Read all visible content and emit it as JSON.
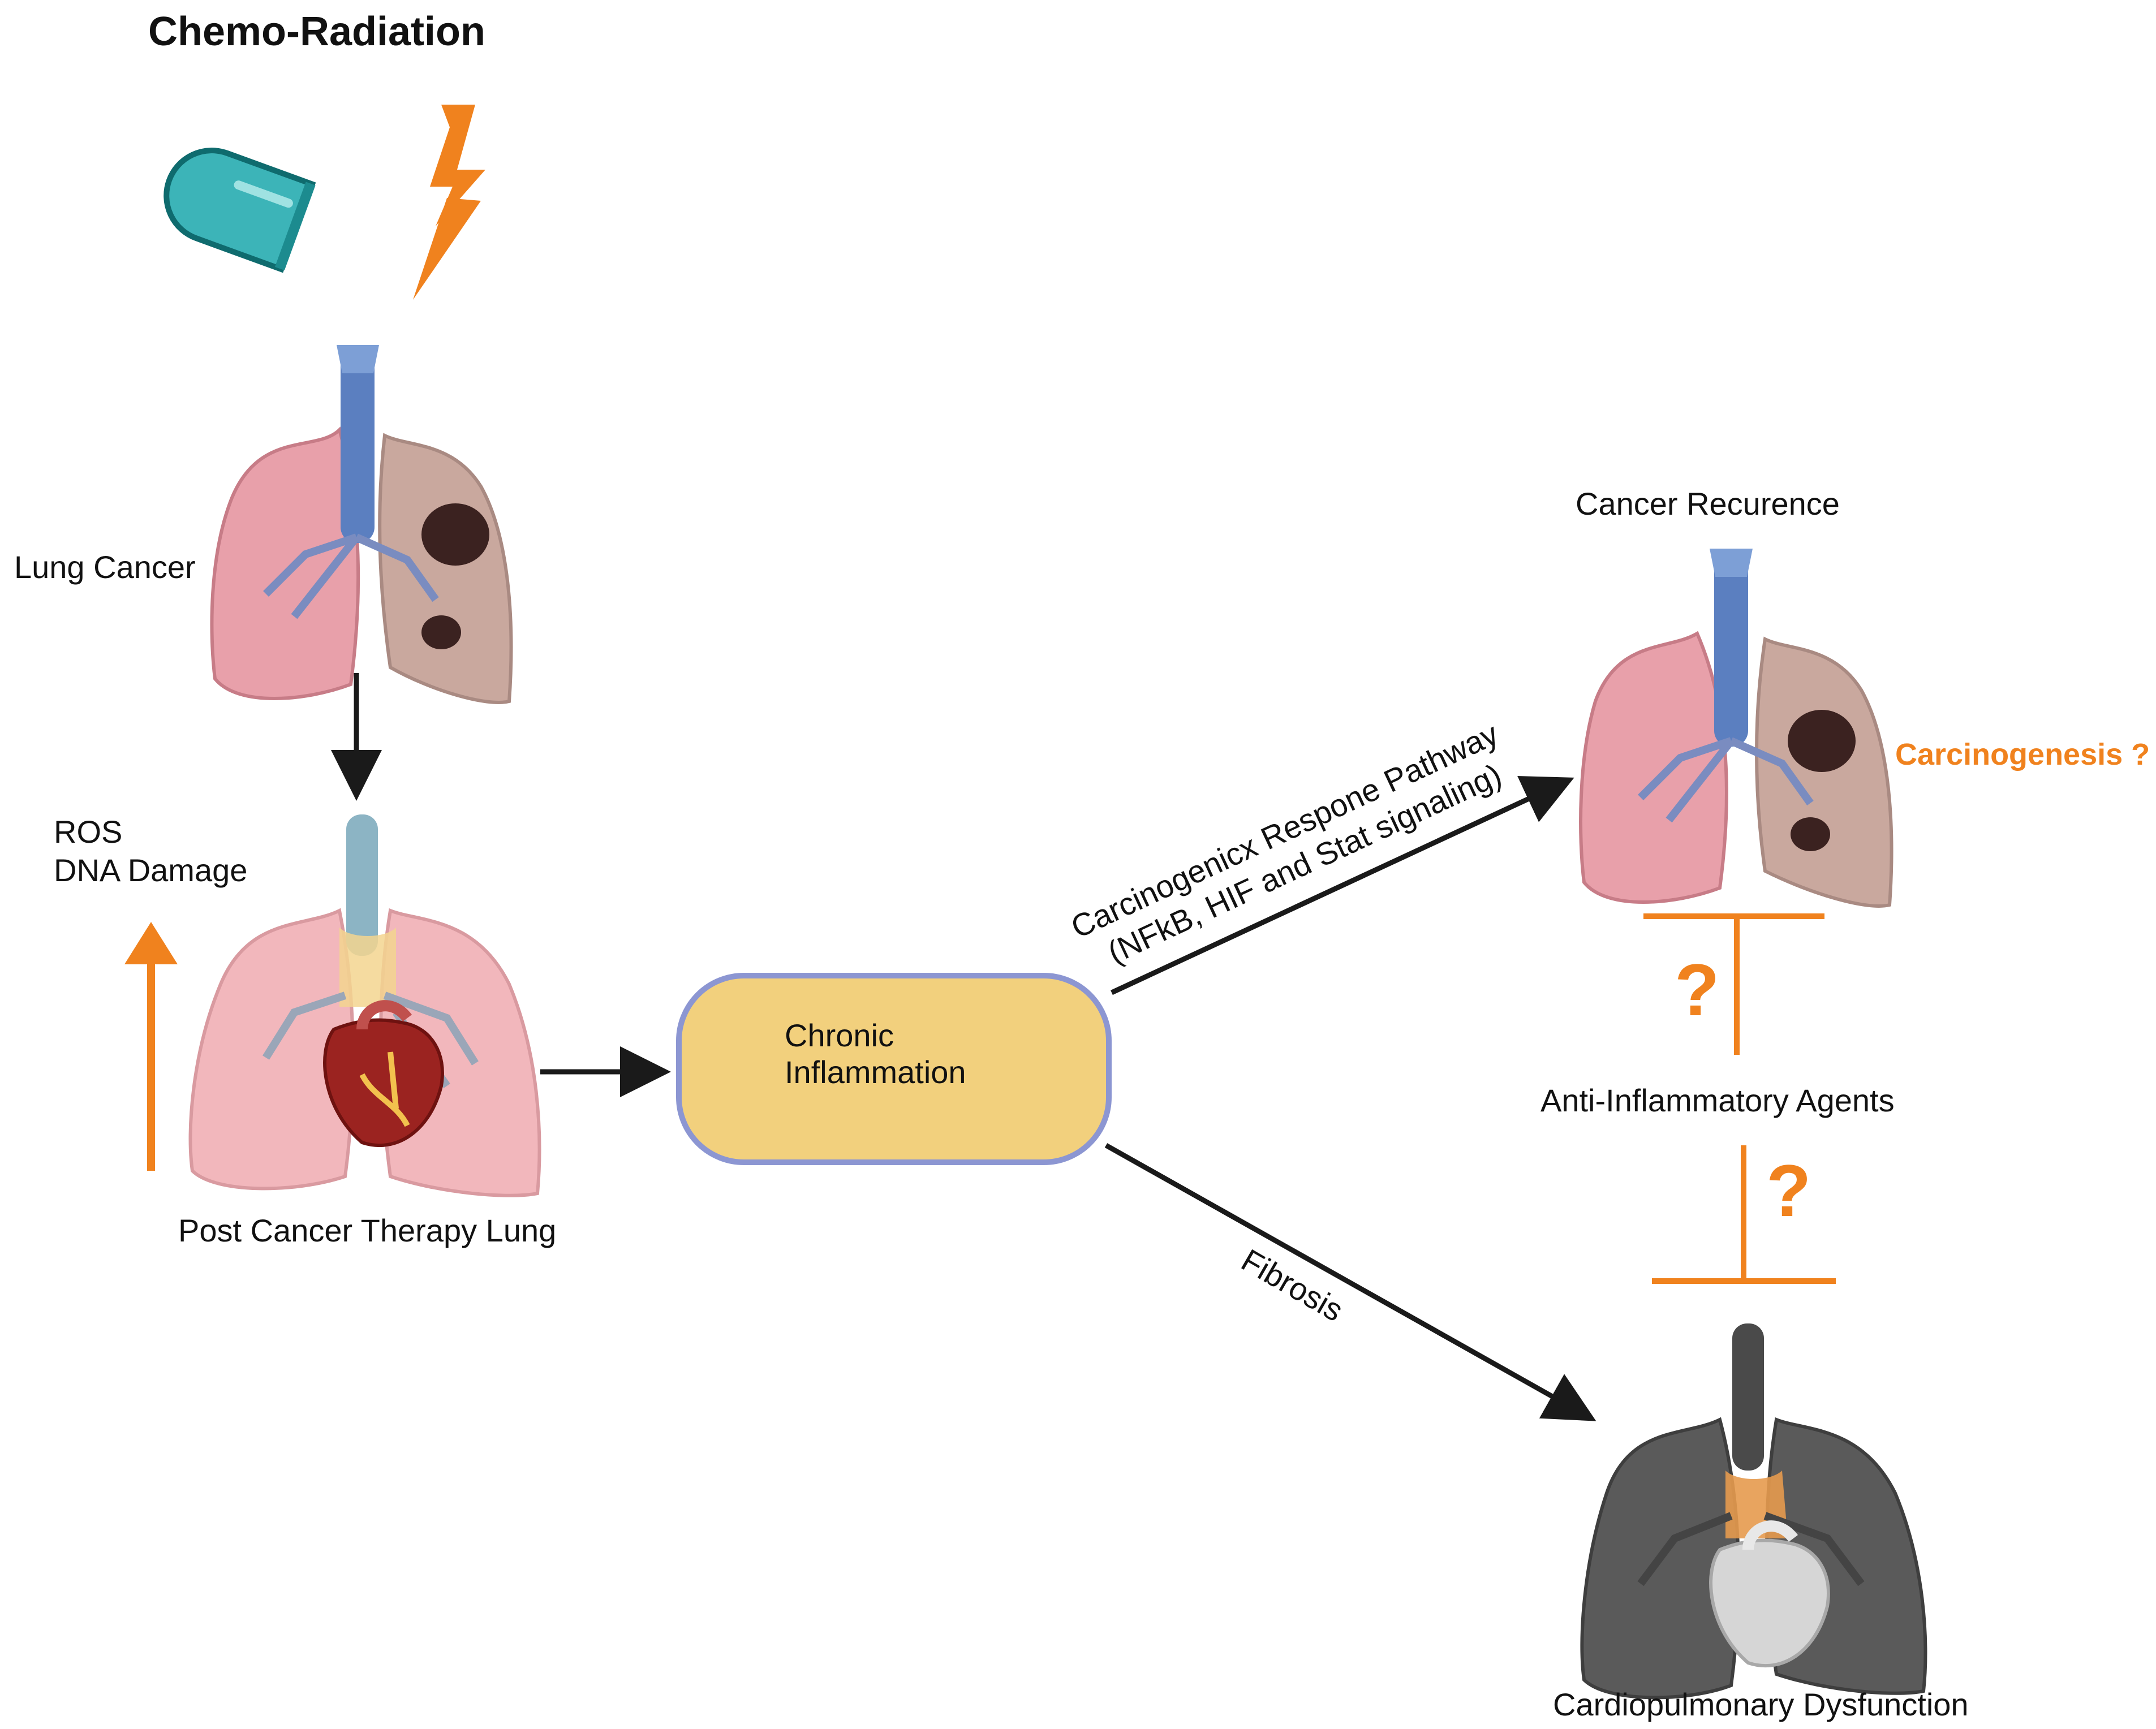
{
  "title": "Chemo-Radiation",
  "labels": {
    "lung_cancer": "Lung Cancer",
    "ros": "ROS",
    "dna_damage": "DNA Damage",
    "post_therapy": "Post  Cancer Therapy Lung",
    "chronic_line1": "Chronic",
    "chronic_line2": "Inflammation",
    "pathway_line1": "Carcinogenicx Respone Pathway",
    "pathway_line2": "(NFkB, HIF and Stat signaling)",
    "fibrosis": "Fibrosis",
    "cancer_recurrence": "Cancer Recurence",
    "carcinogenesis": "Carcinogenesis ?",
    "anti_inflammatory": "Anti-Inflammatory Agents",
    "cardiopulmonary": "Cardiopulmonary  Dysfunction",
    "question_mark": "?"
  },
  "colors": {
    "accent_orange": "#F0821E",
    "chronic_box_fill": "#F2D07D",
    "chronic_box_border": "#8C96D2",
    "capsule": "#3CB4B8",
    "arrow": "#1a1a1a"
  },
  "icons": {
    "capsule": "capsule-icon",
    "lightning": "lightning-icon",
    "lung_cancer": "lung-cancer-icon",
    "post_therapy": "lung-heart-icon",
    "recurrence": "lung-cancer-icon",
    "cardiopulmonary": "lung-heart-gray-icon"
  }
}
